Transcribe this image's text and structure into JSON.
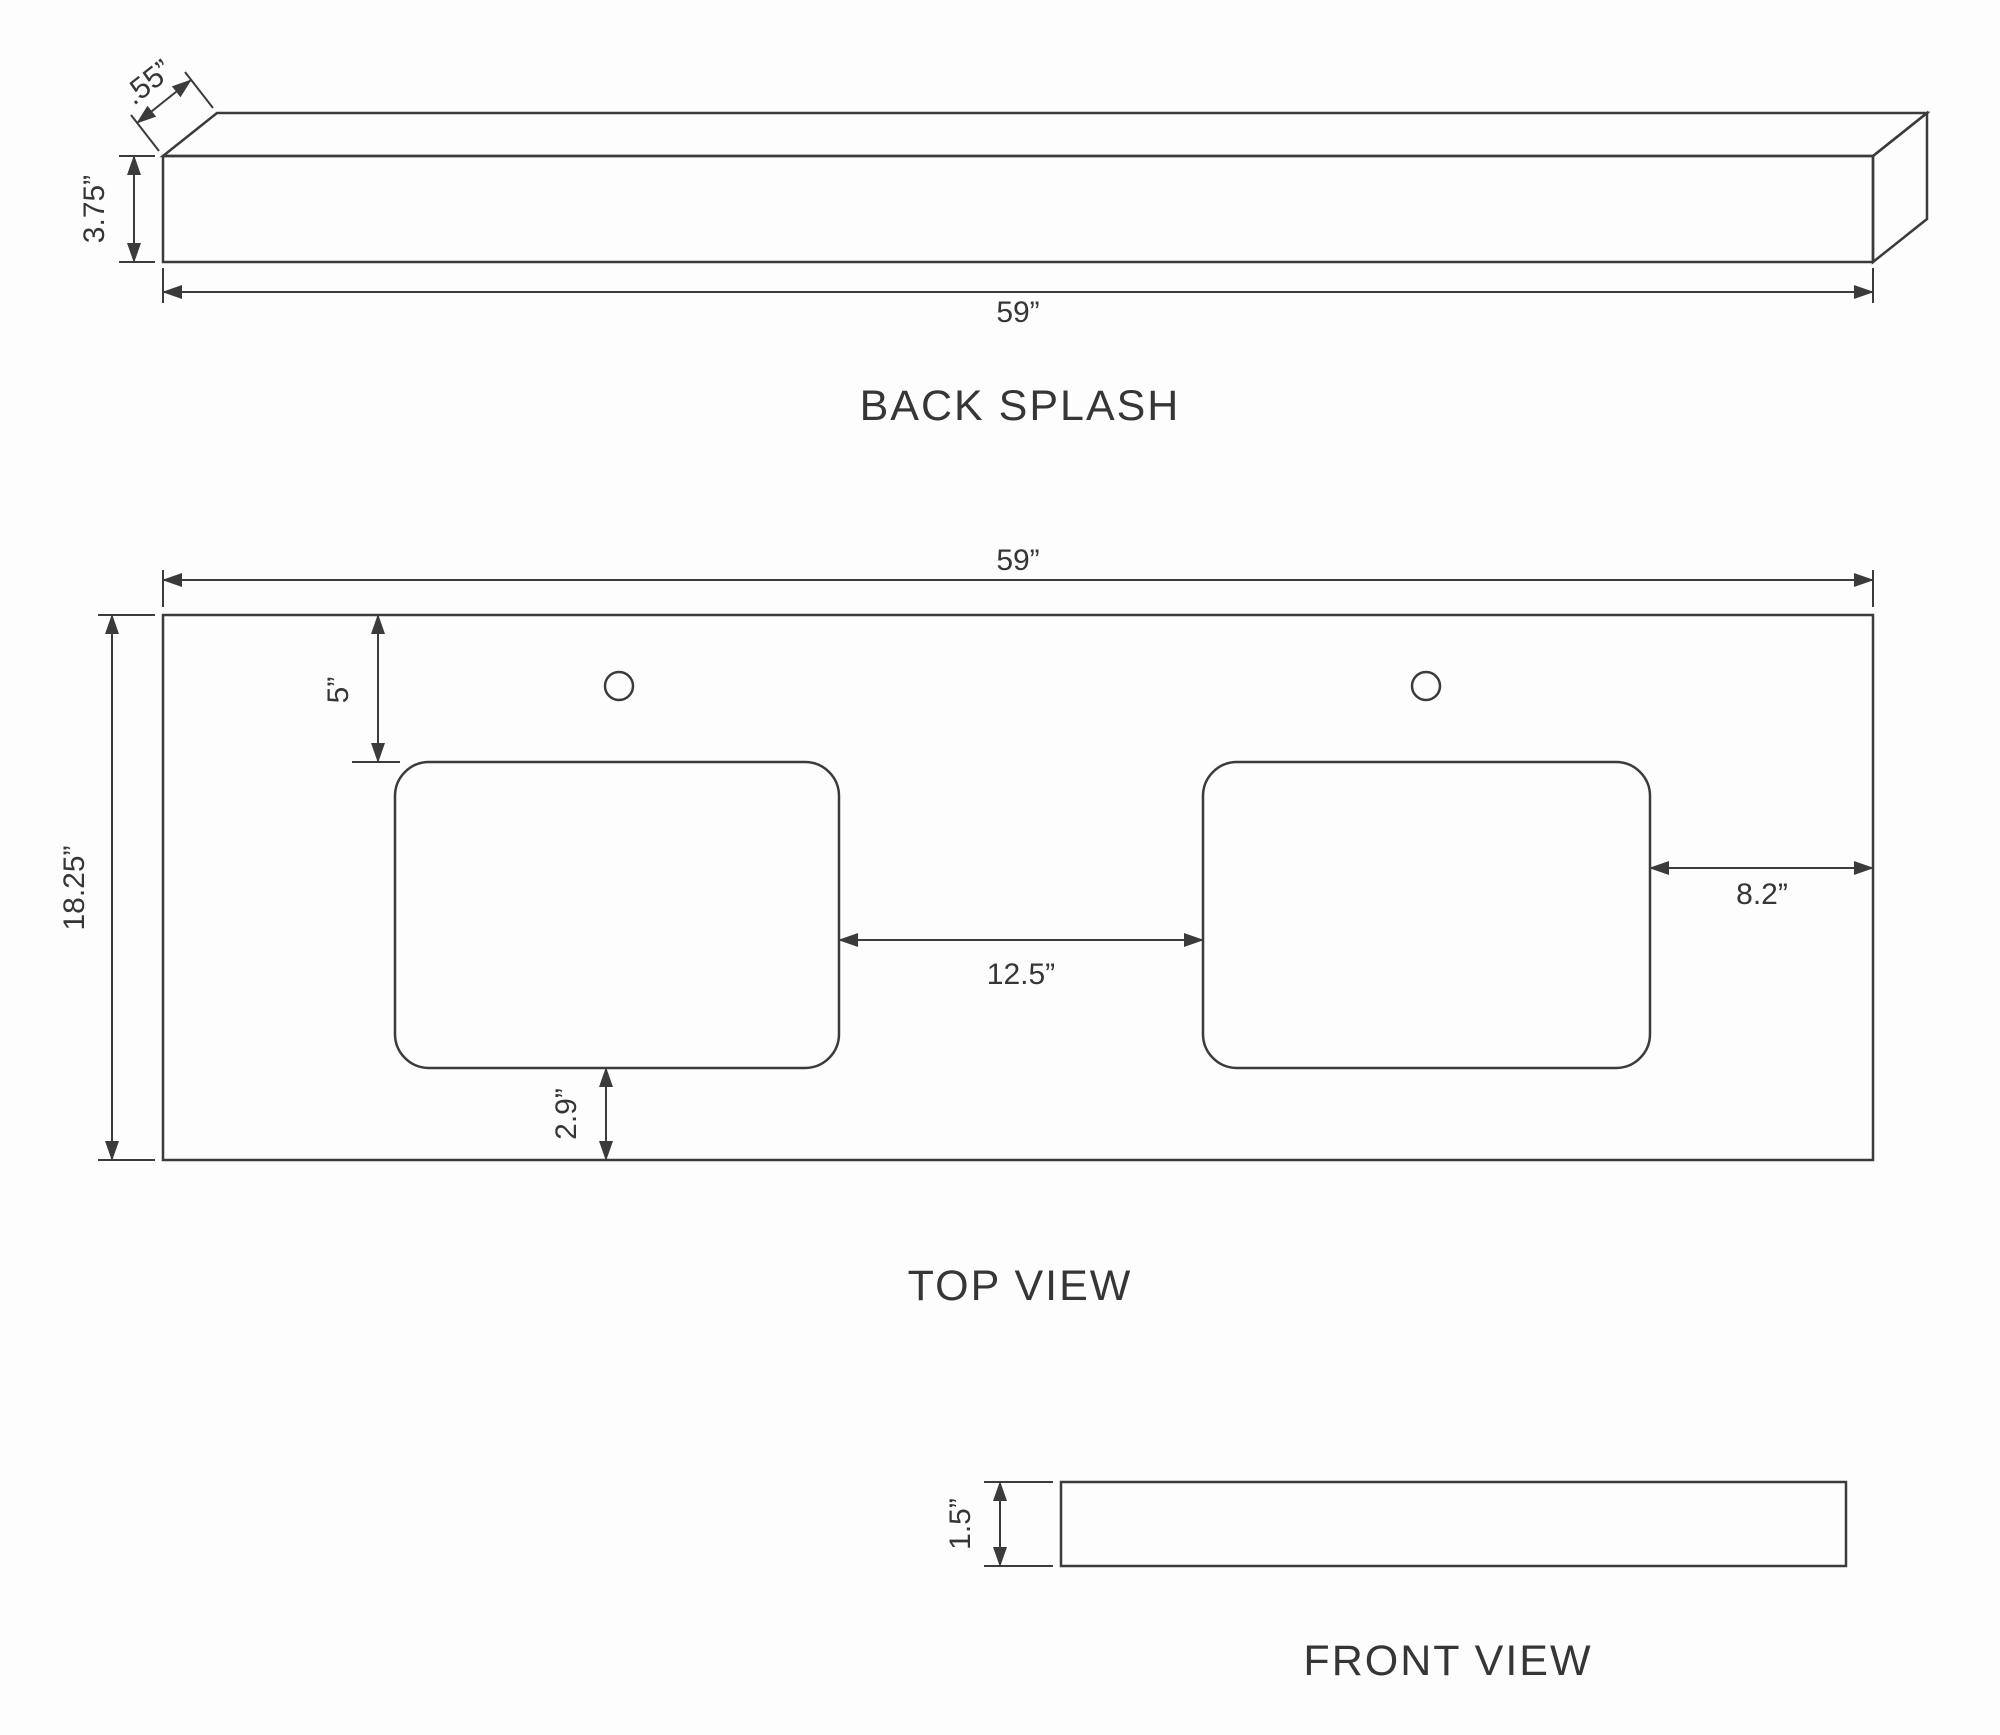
{
  "backsplash_view": {
    "title": "BACK SPLASH",
    "dim_depth": ".55”",
    "dim_height": "3.75”",
    "dim_width": "59”"
  },
  "top_view": {
    "title": "TOP VIEW",
    "dim_width": "59”",
    "dim_depth": "18.25”",
    "dim_faucet_offset": "5”",
    "dim_between_sinks": "12.5”",
    "dim_right_margin": "8.2”",
    "dim_front_margin": "2.9”"
  },
  "front_view": {
    "title": "FRONT VIEW",
    "dim_thickness": "1.5”"
  },
  "style": {
    "line_color": "#3b3b3b",
    "text_color": "#363636",
    "background_color": "#fdfdfd"
  }
}
